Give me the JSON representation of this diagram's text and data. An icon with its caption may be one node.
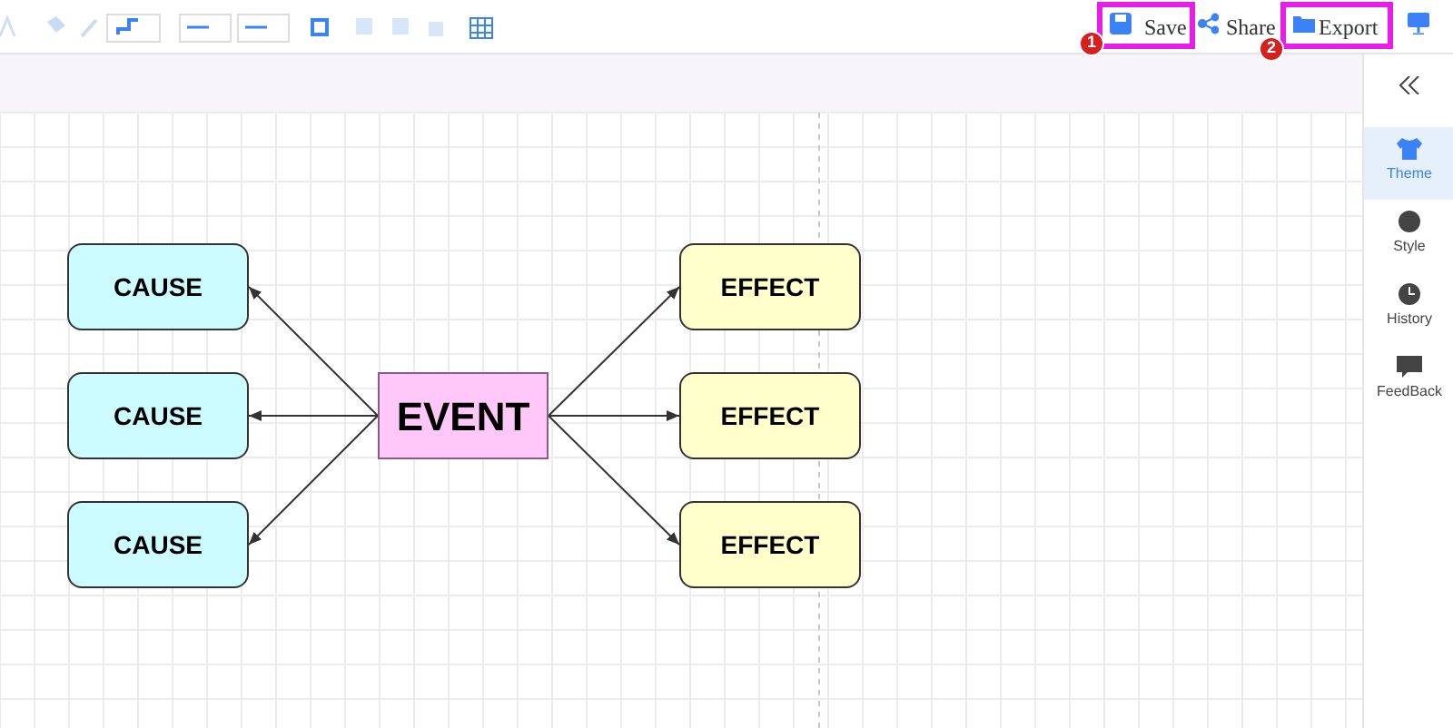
{
  "diagram": {
    "nodes": [
      {
        "text": [
          "EVENT"
        ]
      },
      {
        "text": [
          "CAUSE"
        ]
      },
      {
        "text": [
          "CAUSE"
        ]
      },
      {
        "text": [
          "CAUSE"
        ]
      },
      {
        "text": [
          "EFFECT"
        ]
      },
      {
        "text": [
          "EFFECT"
        ]
      },
      {
        "text": [
          "EFFECT"
        ]
      }
    ],
    "edges": [
      {
        "from": 0,
        "to": 1,
        "arrow": "to"
      },
      {
        "from": 0,
        "to": 2,
        "arrow": "to"
      },
      {
        "from": 0,
        "to": 3,
        "arrow": "to"
      },
      {
        "from": 0,
        "to": 4,
        "arrow": "to"
      },
      {
        "from": 0,
        "to": 5,
        "arrow": "to"
      },
      {
        "from": 0,
        "to": 6,
        "arrow": "to"
      }
    ],
    "labels": [
      "1",
      "Save",
      "Share",
      "2",
      "Export",
      "Theme",
      "Style",
      "History",
      "FeedBack"
    ]
  }
}
